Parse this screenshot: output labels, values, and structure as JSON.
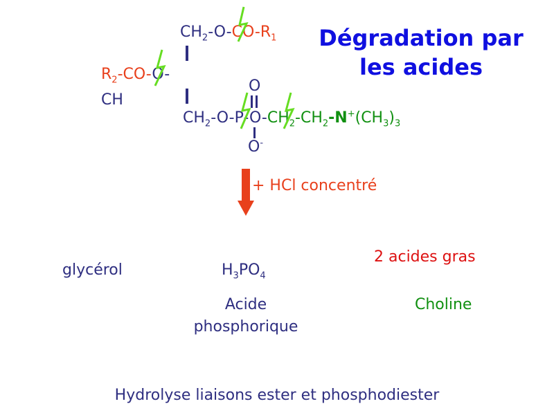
{
  "title": {
    "line1": "Dégradation par",
    "line2": "les acides"
  },
  "structure": {
    "row1": {
      "ch2": "CH",
      "sub2": "2",
      "o": "-O-",
      "co": "CO-R",
      "sub1": "1"
    },
    "row2": {
      "r": "R",
      "sub2": "2",
      "co": "-CO-",
      "o": "O-",
      "ch": "CH"
    },
    "row3": {
      "ch2": "CH",
      "sub2": "2",
      "o": "-O-",
      "p": "P",
      "o2": "-O-",
      "ch2a": "CH",
      "sub_a": "2",
      "dash": "-",
      "ch2b": "CH",
      "sub_b": "2",
      "n": "-N",
      "nplus": "+",
      "ch3": "(CH",
      "sub3": "3",
      "close": ")",
      "subn": "3"
    },
    "p_top_o": "O",
    "p_bottom_o": "O",
    "p_bottom_charge": "-"
  },
  "reagent": "+ HCl concentré",
  "products": {
    "glycerol": "glycérol",
    "h3po4": {
      "h": "H",
      "sub3": "3",
      "po": "PO",
      "sub4": "4"
    },
    "acide_line1": "Acide",
    "acide_line2": "phosphorique",
    "acides_gras": "2 acides gras",
    "choline": "Choline"
  },
  "footer": "Hydrolyse liaisons ester et phosphodiester",
  "colors": {
    "navy": "#2e2e80",
    "red": "#e8401c",
    "green": "#119011",
    "title": "#1010e0",
    "bond": "#66dd22"
  }
}
